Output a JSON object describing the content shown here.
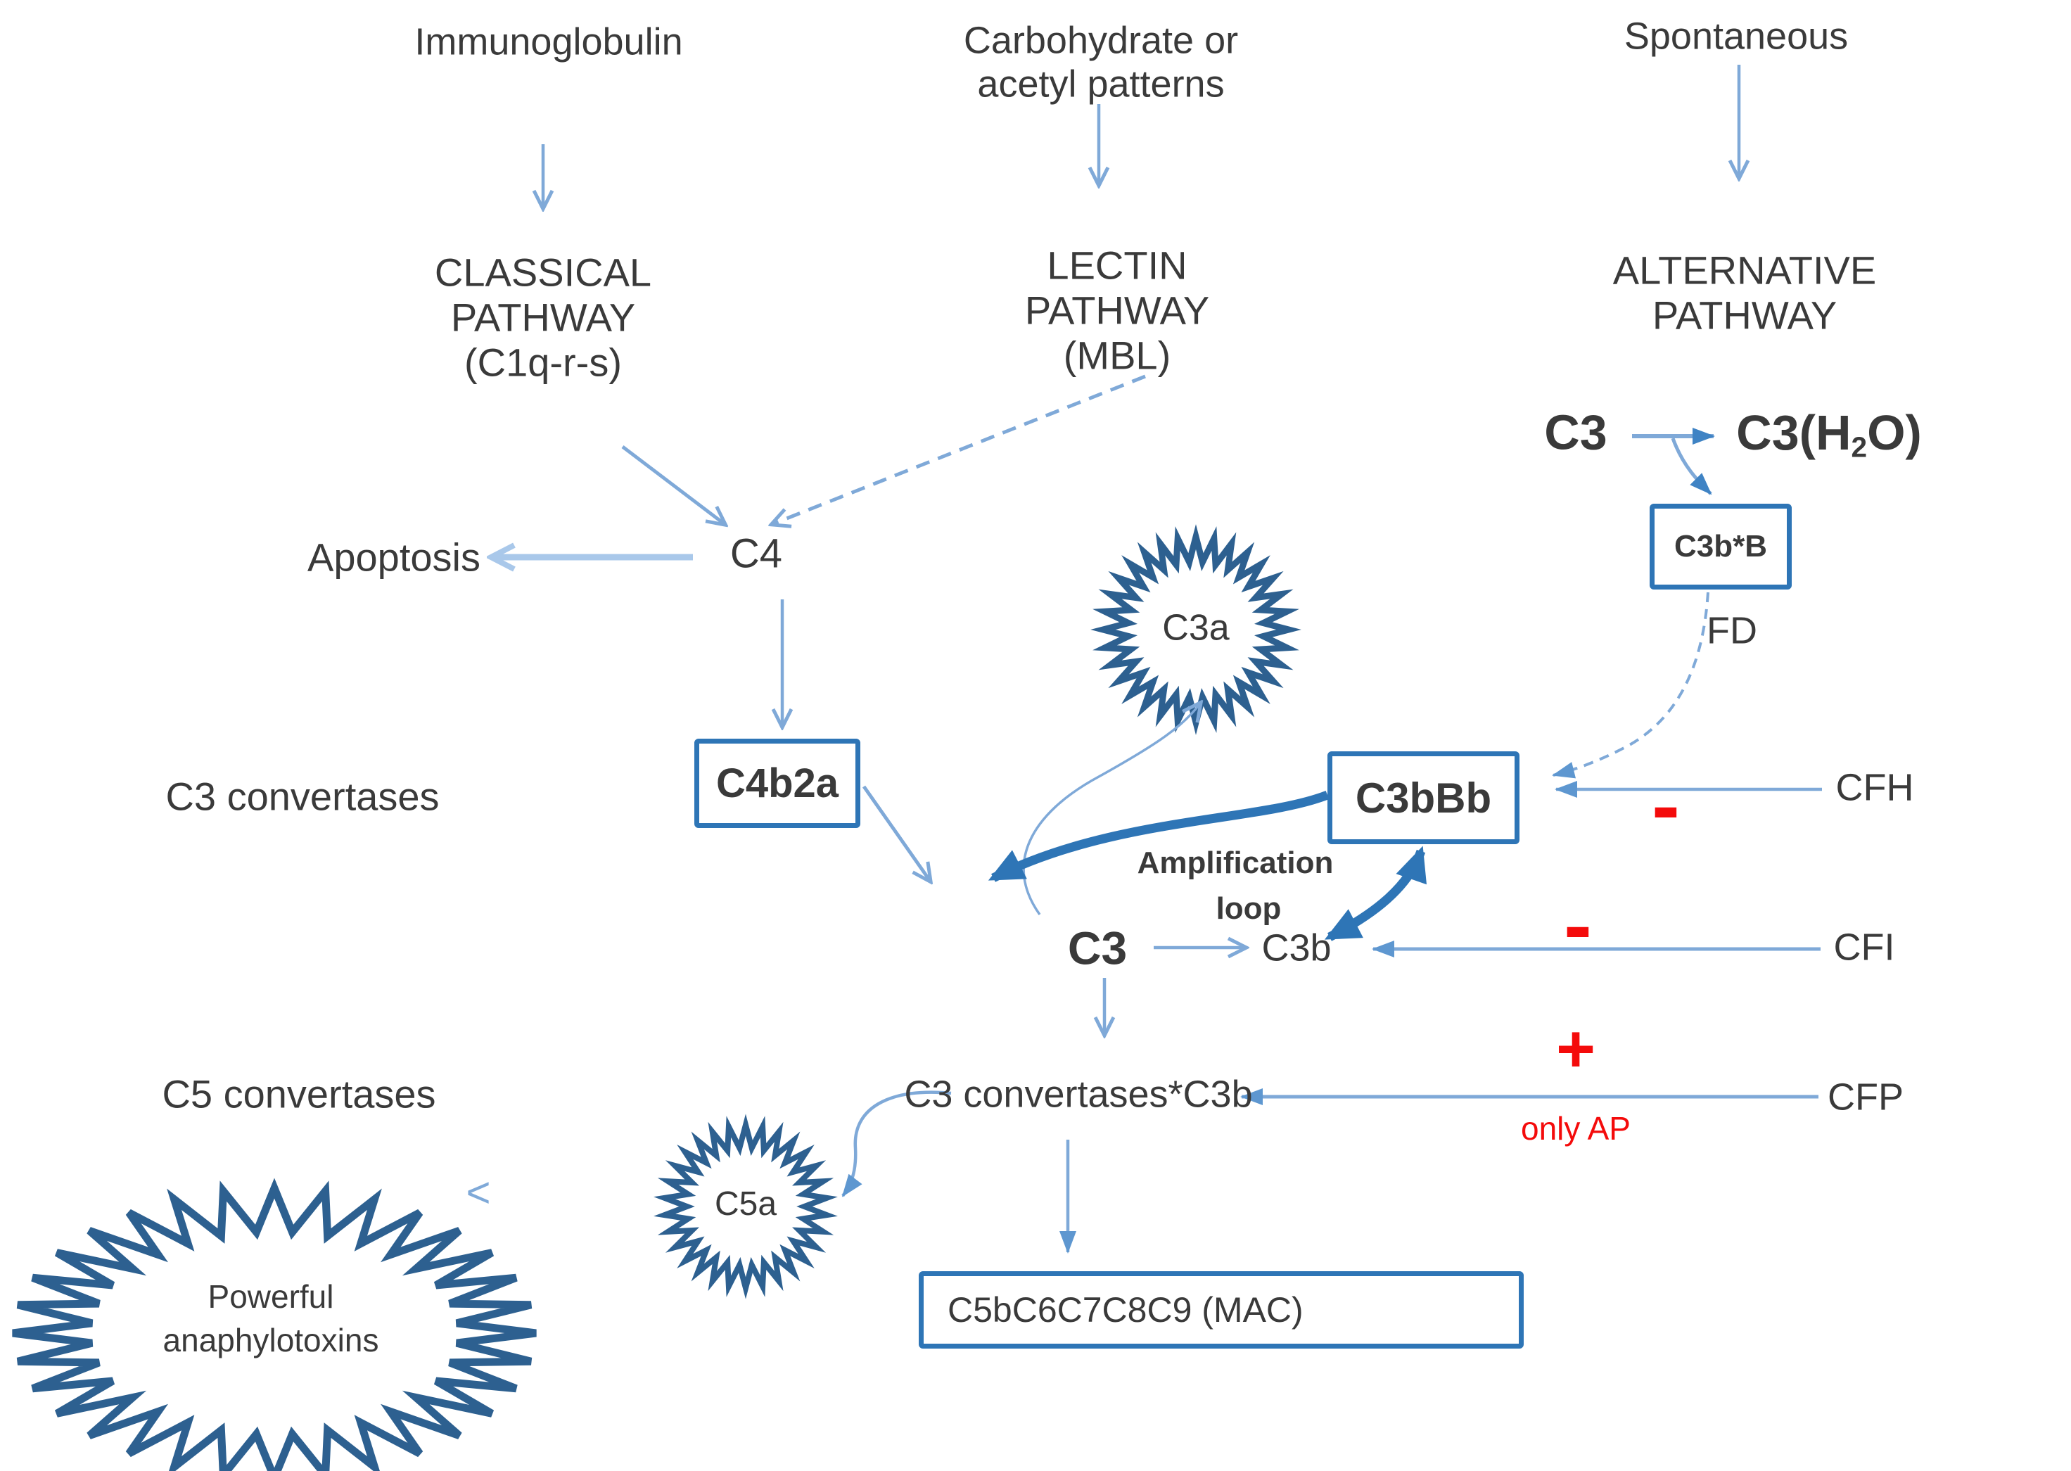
{
  "palette": {
    "text": "#3a3a3a",
    "arrow_light_blue": "#7fa9d8",
    "arrow_pale_blue": "#a9c8ea",
    "arrow_medium_blue": "#3f83c4",
    "thick_arrow_and_boxes": "#2e75b6",
    "starburst_blue": "#2d6090",
    "regulator_red": "#f40b0b",
    "background": "#ffffff"
  },
  "triggers": {
    "immunoglobulin": "Immunoglobulin",
    "carbohydrate_line1": "Carbohydrate or",
    "carbohydrate_line2": "acetyl patterns",
    "spontaneous": "Spontaneous"
  },
  "pathways": {
    "classical_line1": "CLASSICAL",
    "classical_line2": "PATHWAY",
    "classical_line3": "(C1q-r-s)",
    "lectin_line1": "LECTIN",
    "lectin_line2": "PATHWAY",
    "lectin_line3": "(MBL)",
    "alternative_line1": "ALTERNATIVE",
    "alternative_line2": "PATHWAY"
  },
  "alternative_route": {
    "c3_native": "C3",
    "c3_h2o_prefix": "C3(H",
    "c3_h2o_sub": "2",
    "c3_h2o_suffix": "O)",
    "c3b_b_box": "C3b*B",
    "factor_d": "FD"
  },
  "classical_route": {
    "apoptosis": "Apoptosis",
    "c4": "C4",
    "row_label_c3_convertases": "C3 convertases",
    "c4b2a_box": "C4b2a"
  },
  "amplification": {
    "c3bBb_box": "C3bBb",
    "loop_label_line1": "Amplification",
    "loop_label_line2": "loop",
    "c3": "C3",
    "c3b": "C3b",
    "c3a_burst": "C3a"
  },
  "terminal": {
    "row_label_c5_convertases": "C5 convertases",
    "c3_convertases_c3b": "C3 convertases*C3b",
    "c5a_burst": "C5a",
    "mac_box": "C5bC6C7C8C9 (MAC)",
    "anaphylotoxins_line1": "Powerful",
    "anaphylotoxins_line2": "anaphylotoxins",
    "anaphylotoxin_pointer": "<"
  },
  "regulators": {
    "cfh": "CFH",
    "cfh_sign": "-",
    "cfi": "CFI",
    "cfi_sign": "-",
    "cfp": "CFP",
    "cfp_sign": "+",
    "cfp_note": "only AP"
  }
}
